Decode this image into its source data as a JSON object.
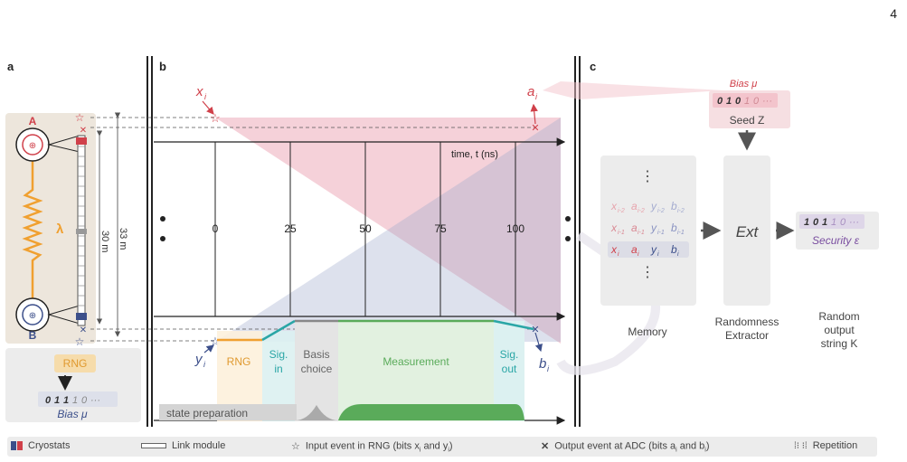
{
  "page_number": "4",
  "panels": {
    "a": "a",
    "b": "b",
    "c": "c"
  },
  "panel_a": {
    "node_a": "A",
    "node_b": "B",
    "lambda": "λ",
    "dist_30": "30 m",
    "dist_33": "33 m",
    "rng": "RNG",
    "bias_bits": [
      "0",
      "1",
      "1",
      "1",
      "0",
      "···"
    ],
    "bias_label": "Bias μ"
  },
  "panel_b": {
    "x_label": "x",
    "x_sub": "i",
    "a_label": "a",
    "a_sub": "i",
    "y_label": "y",
    "y_sub": "i",
    "b_label": "b",
    "b_sub": "i",
    "time_axis_label": "time, t (ns)",
    "ticks": [
      "0",
      "25",
      "50",
      "75",
      "100"
    ],
    "stages": {
      "rng": "RNG",
      "sig_in": [
        "Sig.",
        "in"
      ],
      "basis": [
        "Basis",
        "choice"
      ],
      "measurement": "Measurement",
      "sig_out": [
        "Sig.",
        "out"
      ],
      "state_prep": "state preparation"
    }
  },
  "panel_c": {
    "bias_label": "Bias μ",
    "seed_bits": [
      "0",
      "1",
      "0",
      "1",
      "0",
      "···"
    ],
    "seed_label": "Seed Z",
    "memory_rows": [
      [
        "x",
        "i-2",
        "a",
        "i-2",
        "y",
        "i-2",
        "b",
        "i-2"
      ],
      [
        "x",
        "i-1",
        "a",
        "i-1",
        "y",
        "i-1",
        "b",
        "i-1"
      ],
      [
        "x",
        "i",
        "a",
        "i",
        "y",
        "i",
        "b",
        "i"
      ]
    ],
    "ext_label": "Ext",
    "output_bits": [
      "1",
      "0",
      "1",
      "1",
      "0",
      "···"
    ],
    "security_label": "Security ε",
    "memory_caption": "Memory",
    "extractor_caption": [
      "Randomness",
      "Extractor"
    ],
    "output_caption": [
      "Random",
      "output",
      "string K"
    ]
  },
  "legend": {
    "cryostats": "Cryostats",
    "link": "Link module",
    "input": "Input event in RNG (bits x",
    "input_sub1": "i",
    "input_mid": " and y",
    "input_sub2": "i",
    "input_end": ")",
    "output": "Output event at ADC (bits a",
    "output_sub1": "i",
    "output_mid": " and b",
    "output_sub2": "i",
    "output_end": ")",
    "repetition": "Repetition"
  },
  "colors": {
    "alice_red": "#d0404a",
    "bob_blue": "#3c4f8a",
    "fiber_orange": "#f0a030",
    "measurement_green": "#5aab5a",
    "sig_teal": "#2aa6a6",
    "security_purple": "#7a4ea0"
  }
}
